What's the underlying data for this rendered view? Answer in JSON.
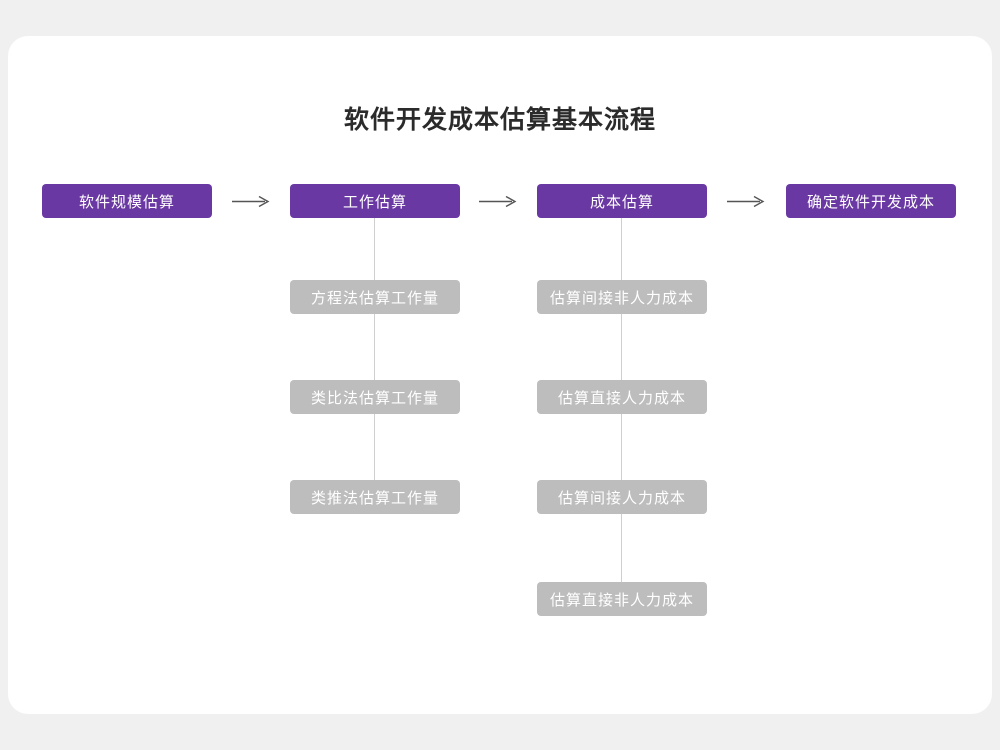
{
  "title": "软件开发成本估算基本流程",
  "colors": {
    "primary_purple": "#6a38a3",
    "sub_gray": "#bdbdbd",
    "connector": "#cfcfcf",
    "arrow": "#555555",
    "card_background": "#ffffff",
    "page_background": "#f0f0f1"
  },
  "main_steps": [
    {
      "label": "软件规模估算"
    },
    {
      "label": "工作估算",
      "children": [
        "方程法估算工作量",
        "类比法估算工作量",
        "类推法估算工作量"
      ]
    },
    {
      "label": "成本估算",
      "children": [
        "估算间接非人力成本",
        "估算直接人力成本",
        "估算间接人力成本",
        "估算直接非人力成本"
      ]
    },
    {
      "label": "确定软件开发成本"
    }
  ],
  "icons": {
    "arrow_right": "→"
  }
}
